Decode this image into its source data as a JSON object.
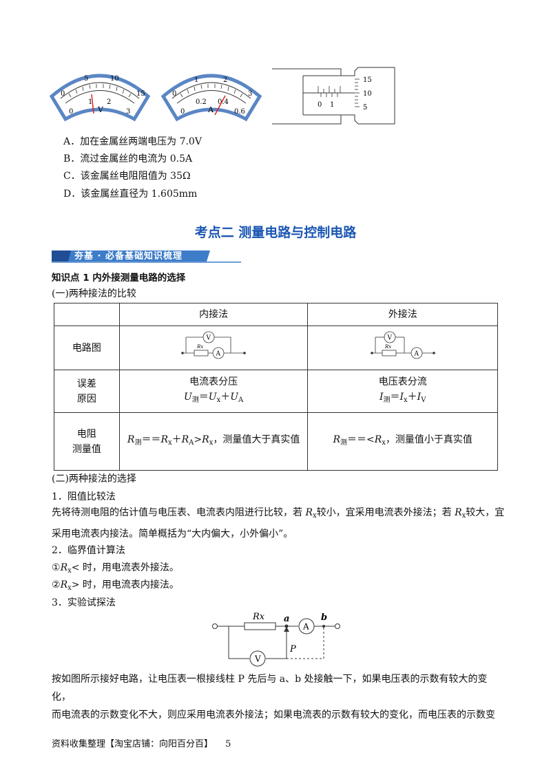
{
  "options": [
    {
      "letter": "A．",
      "text": "加在金属丝两端电压为 7.0V"
    },
    {
      "letter": "B．",
      "text": "流过金属丝的电流为 0.5A"
    },
    {
      "letter": "C．",
      "text": "该金属丝电阻阻值为 35Ω"
    },
    {
      "letter": "D．",
      "text": "该金属丝直径为 1.605mm"
    }
  ],
  "voltmeter": {
    "ticks_top": [
      "0",
      "5",
      "10",
      "15"
    ],
    "ticks_bottom": [
      "0",
      "1",
      "2",
      "3"
    ],
    "unit": "V"
  },
  "ammeter": {
    "ticks_top": [
      "0",
      "1",
      "2",
      "3"
    ],
    "ticks_bottom": [
      "0",
      "0.2",
      "0.4",
      "0.6"
    ],
    "unit": "A"
  },
  "micrometer": {
    "main_labels": [
      "0",
      "1"
    ],
    "thimble_labels": [
      "15",
      "10",
      "5"
    ]
  },
  "section_title": "考点二  测量电路与控制电路",
  "banner": "夯基 · 必备基础知识梳理",
  "knowledge1_title": "知识点 1  内外接测量电路的选择",
  "sub1": "(一)两种接法的比较",
  "table": {
    "head_inner": "内接法",
    "head_outer": "外接法",
    "row1_label": "电路图",
    "row2_label_1": "误差",
    "row2_label_2": "原因",
    "inner_err": "电流表分压",
    "outer_err": "电压表分流",
    "row3_label_1": "电阻",
    "row3_label_2": "测量值",
    "inner_val_text": "，测量值大于真实值",
    "outer_val_text": "，测量值小于真实值",
    "rx_label": "Rx",
    "v_label": "V",
    "a_label": "A"
  },
  "sub2": "(二)两种接法的选择",
  "item1_title": "1．阻值比较法",
  "item1_para_a": "先将待测电阻的估计值与电压表、电流表内阻进行比较，若 ",
  "item1_para_b": "较小，宜采用电流表外接法；若 ",
  "item1_para_c": "较大，宜",
  "item1_para_d": "采用电流表内接法。简单概括为“大内偏大，小外偏小”。",
  "item2_title": "2．临界值计算法",
  "item2_line1_pre": "①",
  "item2_line1_post": "< 时，用电流表外接法。",
  "item2_line2_pre": "②",
  "item2_line2_post": "> 时，用电流表内接法。",
  "item3_title": "3．实验试探法",
  "circuit3": {
    "rx": "Rx",
    "a": "a",
    "b": "b",
    "p": "P",
    "ammeter": "A",
    "voltmeter": "V"
  },
  "final_para_1": "按如图所示接好电路，让电压表一根接线柱 P 先后与 a、b 处接触一下，如果电压表的示数有较大的变化，",
  "final_para_2": "而电流表的示数变化不大，则应采用电流表外接法；如果电流表的示数有较大的变化，而电压表的示数变",
  "footer": "资料收集整理【淘宝店铺：向阳百分百】",
  "page_number": "5"
}
